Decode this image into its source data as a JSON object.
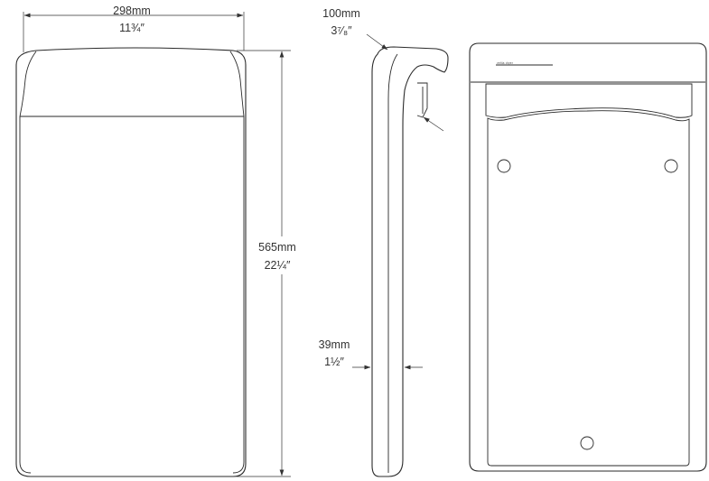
{
  "dimensions": {
    "width_mm": "298mm",
    "width_in": "11¾″",
    "height_mm": "565mm",
    "height_in": "22¼″",
    "depth_mm": "100mm",
    "depth_in": "3⁷⁄₈″",
    "wall_mm": "39mm",
    "wall_in": "1½″"
  },
  "brand_text": "veltia dryer",
  "colors": {
    "line": "#2a2a2a",
    "background": "#ffffff"
  }
}
